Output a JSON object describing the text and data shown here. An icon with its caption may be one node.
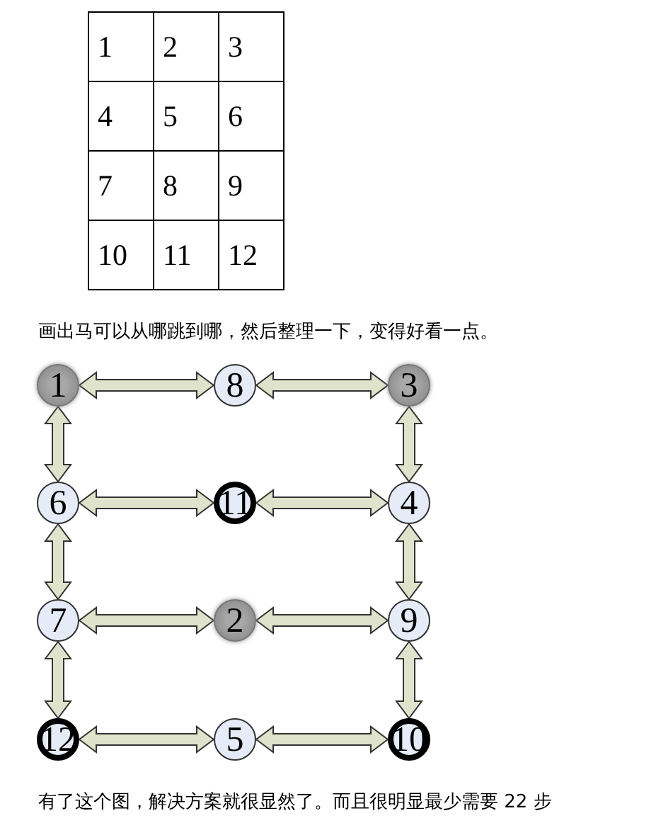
{
  "diagram": {
    "nodes": [
      {
        "text": [
          "1"
        ]
      },
      {
        "text": [
          "8"
        ]
      },
      {
        "text": [
          "3"
        ]
      },
      {
        "text": [
          "6"
        ]
      },
      {
        "text": [
          "11"
        ]
      },
      {
        "text": [
          "4"
        ]
      },
      {
        "text": [
          "7"
        ]
      },
      {
        "text": [
          "2"
        ]
      },
      {
        "text": [
          "9"
        ]
      },
      {
        "text": [
          "12"
        ]
      },
      {
        "text": [
          "5"
        ]
      },
      {
        "text": [
          "10"
        ]
      }
    ],
    "edges": [
      {
        "from": 0,
        "to": 1,
        "arrow": "both"
      },
      {
        "from": 1,
        "to": 2,
        "arrow": "both"
      },
      {
        "from": 0,
        "to": 3,
        "arrow": "both"
      },
      {
        "from": 2,
        "to": 5,
        "arrow": "both"
      },
      {
        "from": 3,
        "to": 4,
        "arrow": "both"
      },
      {
        "from": 4,
        "to": 5,
        "arrow": "both"
      },
      {
        "from": 3,
        "to": 6,
        "arrow": "both"
      },
      {
        "from": 5,
        "to": 8,
        "arrow": "both"
      },
      {
        "from": 6,
        "to": 7,
        "arrow": "both"
      },
      {
        "from": 7,
        "to": 8,
        "arrow": "both"
      },
      {
        "from": 6,
        "to": 9,
        "arrow": "both"
      },
      {
        "from": 8,
        "to": 11,
        "arrow": "both"
      },
      {
        "from": 9,
        "to": 10,
        "arrow": "both"
      },
      {
        "from": 10,
        "to": 11,
        "arrow": "both"
      }
    ],
    "labels": [
      "1",
      "2",
      "3",
      "4",
      "5",
      "6",
      "7",
      "8",
      "9",
      "10",
      "11",
      "12",
      "画出马可以从哪跳到哪，然后整理一下，变得好看一点。",
      "有了这个图，解决方案就很显然了。而且很明显最少需要 22 步"
    ]
  }
}
